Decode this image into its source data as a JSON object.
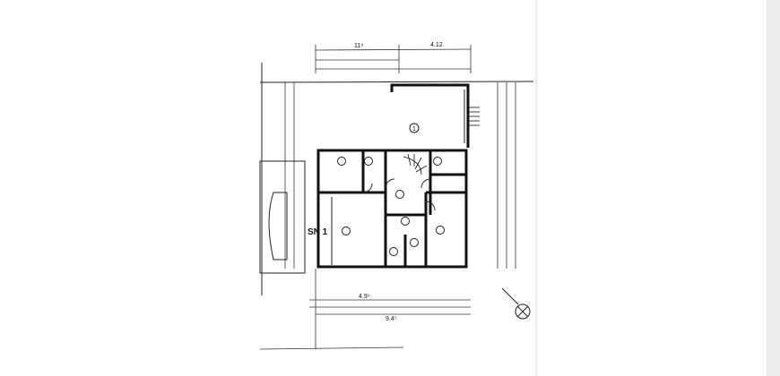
{
  "plan": {
    "unit_label": "SN 1",
    "room_marker": "1",
    "top_dims": [
      "11⁹",
      "4.12"
    ],
    "bottom_dims": [
      "4.9⁵",
      "9.4⁵"
    ],
    "colors": {
      "ink": "#111111",
      "paper": "#ffffff",
      "scan_edge": "#e8e8e8"
    }
  }
}
